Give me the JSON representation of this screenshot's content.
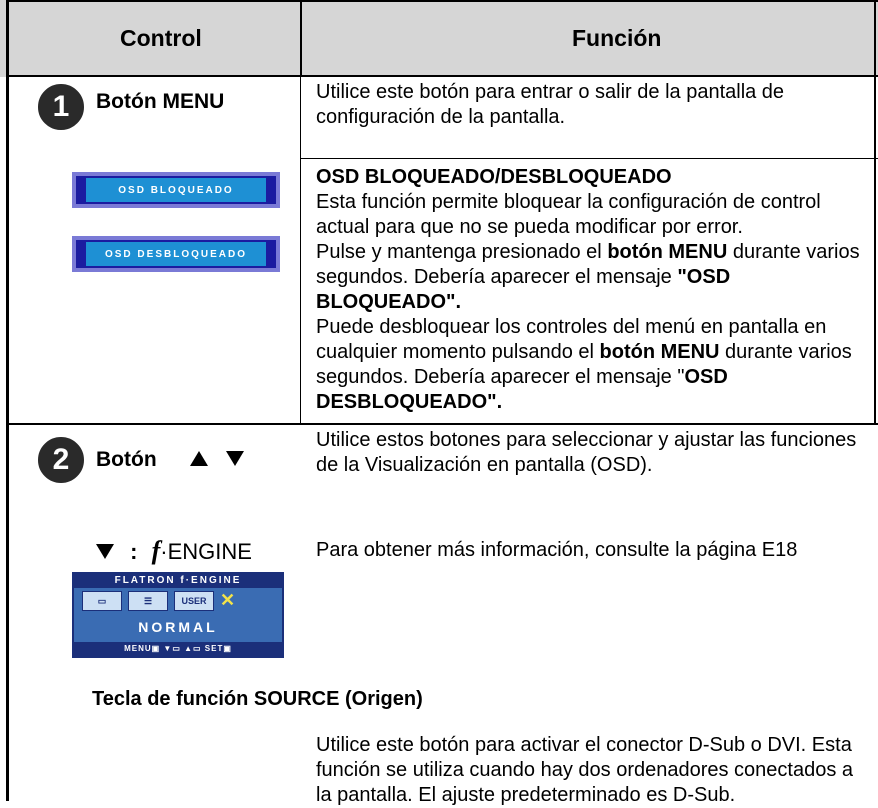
{
  "header": {
    "col_control": "Control",
    "col_function": "Función"
  },
  "rows": {
    "r1": {
      "number": "1",
      "control": "Botón MENU",
      "function": "Utilice este botón para entrar o salir de la pantalla de configuración de la pantalla."
    },
    "osd_lock": {
      "button_locked": "OSD BLOQUEADO",
      "button_unlocked": "OSD DESBLOQUEADO",
      "title": "OSD BLOQUEADO/DESBLOQUEADO",
      "p1": "Esta función permite bloquear la configuración de control actual para que no se pueda modificar por error.",
      "p2_a": "Pulse y mantenga presionado el ",
      "p2_b": "botón MENU",
      "p2_c": " durante varios segundos. Debería aparecer el mensaje ",
      "p2_d": "\"OSD BLOQUEADO\".",
      "p3_a": "Puede desbloquear los controles del menú en pantalla en cualquier momento pulsando el ",
      "p3_b": "botón MENU",
      "p3_c": " durante varios segundos. Debería aparecer el mensaje \"",
      "p3_d": "OSD DESBLOQUEADO\"."
    },
    "r2": {
      "number": "2",
      "control": "Botón",
      "function": "Utilice estos botones para seleccionar y ajustar las funciones de la Visualización en pantalla (OSD)."
    },
    "fengine": {
      "label_colon": ":",
      "label_f": "f",
      "label_engine": "·ENGINE",
      "function": "Para obtener más información, consulte la página E18",
      "osd_title": "FLATRON f·ENGINE",
      "osd_user": "USER",
      "osd_mode": "NORMAL",
      "osd_footer": "MENU▣ ▼▭ ▲▭ SET▣"
    },
    "source": {
      "title": "Tecla de función SOURCE (Origen)",
      "function": "Utilice este botón para activar el conector D-Sub o DVI. Esta función se utiliza cuando hay dos ordenadores conectados a la pantalla. El ajuste predeterminado es D-Sub."
    }
  }
}
